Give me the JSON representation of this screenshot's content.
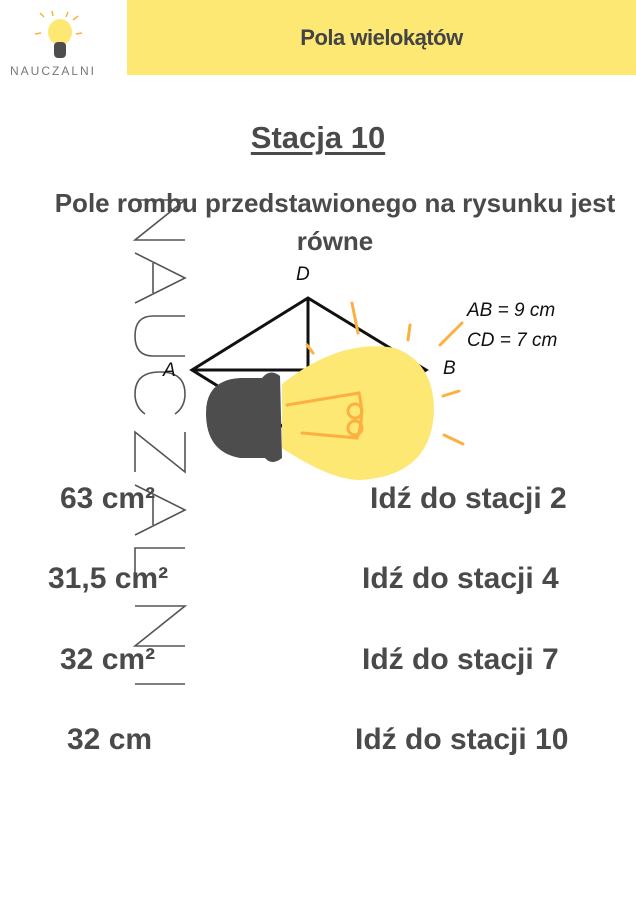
{
  "header": {
    "title": "Pola wielokątów",
    "brand": "NAUCZALNI"
  },
  "station": "Stacja 10",
  "question": "Pole rombu przedstawionego na rysunku jest równe",
  "figure": {
    "labels": {
      "A": "A",
      "B": "B",
      "D": "D"
    },
    "given": [
      "AB = 9 cm",
      "CD = 7 cm"
    ]
  },
  "answers": [
    {
      "value": "63 cm²",
      "target": "Idź do stacji 2"
    },
    {
      "value": "31,5 cm²",
      "target": "Idź do stacji 4"
    },
    {
      "value": "32 cm²",
      "target": "Idź do stacji 7"
    },
    {
      "value": "32 cm",
      "target": "Idź do stacji 10"
    }
  ],
  "watermark": "NAUCZALNI",
  "colors": {
    "banner": "#fde874",
    "bulb": "#fde874",
    "bulb_base": "#4d4d4d",
    "rays": "#fbb040",
    "text": "#4a4a4a"
  }
}
